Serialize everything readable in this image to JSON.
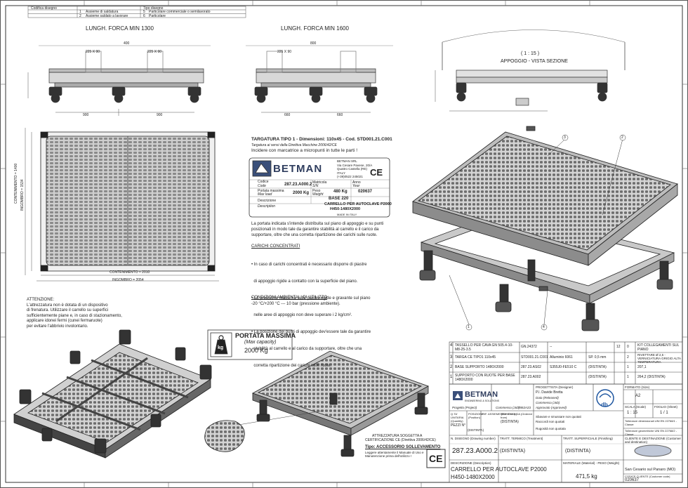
{
  "views": {
    "left_title": "LUNGH. FORCA MIN 1300",
    "right_title": "LUNGH. FORCA MIN 1600",
    "section_scale": "( 1 : 15 )",
    "section_title": "APPOGGIO - VISTA SEZIONE",
    "dim_left_top": "400",
    "dim_left_225a": "225 X 90",
    "dim_left_225b": "225 X 90",
    "dim_left_bottom_a": "900",
    "dim_left_bottom_b": "900",
    "dim_right_top": "800",
    "dim_right_225": "225 X 90",
    "dim_right_bottom_a": "660",
    "dim_right_bottom_b": "660",
    "plan_w_inner": "CONTENIMENTO = 2010",
    "plan_w_outer": "INGOMBRO = 2054",
    "plan_h_inner": "CONTENIMENTO = 1400",
    "plan_h_outer": "INGOMBRO = 1534"
  },
  "targa": {
    "heading": "TARGATURA TIPO 1  - Dimensioni: 110x45 - Cod. STD001.21.C001",
    "sub": "Targatura ai sensi della Direttiva Macchine 2006/42/CE",
    "note": "Incidere con marcatrice a micropunti in tutte le parti !",
    "company": "BETMAN",
    "company_info": [
      "BETMAN SRL",
      "Via Cesare Pavese, 20/A",
      "Quattro Castella (RE)",
      "ITALY",
      "(+39)0522 245021"
    ],
    "ce": "CE",
    "codice_label": "Codice",
    "codice_label_en": "Code",
    "codice": "287.23.A000.2",
    "matricola_label": "Matricola",
    "matricola_label_en": "S/N",
    "anno_label": "Anno",
    "anno_label_en": "Year",
    "portata_label": "Portata massima",
    "portata_label_en": "Max load",
    "portata": "2000 Kg",
    "peso_label": "Peso",
    "peso_label_en": "Weight",
    "peso": "480 Kg",
    "base": "BASE 220",
    "serial": "020637",
    "descr_label": "Descrizione",
    "descr_label_en": "Description",
    "descr1": "CARRELLO PER AUTOCLAVE P2000",
    "descr2": "H450-1480X2000",
    "made": "MADE IN ITALY"
  },
  "notes": {
    "p1": [
      "La portata indicata s'intende distribuita sul piano di appoggio e su punti",
      "posizionati in modo tale da garantire stabilità al carrello e il carico da",
      "supportare, oltre che una corretta ripartizione dei carichi sulle ruote."
    ],
    "carichi_title": "CARICHI CONCENTRATI",
    "carichi": [
      "• In caso di carichi concentrati è necessario disporre di piastre",
      "  di appoggio rigide a contatto con la superficie del piano.",
      "• La pressione massima sulle piastre rigide e gravante sul piano",
      "  nelle aree di appoggio non deve superare i 2 kg/cm².",
      "• La posizione dei punti di appoggio dev'essere tale da garantire",
      "  stabilità al carrello e al carico da supportare, oltre che una",
      "  corretta ripartizione dei carichi sulle ruote."
    ],
    "cond_title": "CONDIZIONI AMBIENTALI DI UTILIZZO",
    "cond": "-20 °C/+200 °C  ---  10 bar (pressione ambiente).",
    "attenzione": [
      "ATTENZIONE:",
      "L'attrezzatura non è dotata di un dispositivo",
      "di frenatura. Utilizzare il carrello su superfici",
      "sufficientemente piane e, in caso di stazionamento,",
      "applicare idonei fermi (cunei fermaruote)",
      "per evitare l'abbrivio involontario."
    ],
    "portata_box_title": "PORTATA MASSIMA",
    "portata_box_sub": "(Max capacity)",
    "portata_box_val": "2000 Kg",
    "kg": "kg",
    "attrezzatura": [
      "ATTREZZATURA SOGGETTA A",
      "CERTIFICAZIONE CE (Direttiva 2006/42/CE)"
    ],
    "tipo": "Tipo: ACCESSORIO SOLLEVAMENTO",
    "tipo_sub": "Leggere attentamente il Manuale di Uso e Manutenzione prima dell'utilizzo !"
  },
  "bom": [
    {
      "n": "4",
      "desc": "TASSELLO PER CAVA GN 505.4-10-M8-25-3.5",
      "code": "GN.24372",
      "mat": "--",
      "qty": "12",
      "pos": "0",
      "extra": "KIT COLLEGAMENTI SUL PIANO"
    },
    {
      "n": "3",
      "desc": "TARGA CE TIPO1 110x45",
      "code": "STD001.21.C001",
      "mat": "Alluminio 6061",
      "qty": "SP. 0,5 mm",
      "pos": "2",
      "extra": "RIVETTARE Ø 2,5 - VERNICIATURA GRIGIO ALTA TEMPERATURA"
    },
    {
      "n": "2",
      "desc": "BASE SUPPORTO 1480X2000",
      "code": "287.23.AS02",
      "mat": "S355J0-FE510 C",
      "qty": "(DISTINTA)",
      "pos": "1",
      "extra": "207,1"
    },
    {
      "n": "1",
      "desc": "SUPPORTO CON RUOTE PER BASE 1480X2000",
      "code": "287.23.A002",
      "mat": "",
      "qty": "(DISTINTA)",
      "pos": "1",
      "extra": "264,2  (DISTINTA)"
    }
  ],
  "titleblock": {
    "progetto_label": "Progetto (Project)",
    "commessa_label": "Commessa (Job)",
    "commessa": "7862A23",
    "company": "BETMAN",
    "company_tag": "ENGINEERING & SOLUTIONS",
    "progettista_label": "PROGETTISTA (Designer)",
    "progettista": "P.I. Davide Bretta",
    "data_label": "Data (Released)",
    "commessa_uff_label": "Commessa (Job)",
    "approvato_label": "Approvato (Approved)",
    "formato_label": "FORMATO (Size)",
    "formato": "A2",
    "scala_label": "SCALA (Scale)",
    "scala": "1 : 15",
    "foglio_label": "FOGLIO (Sheet)",
    "foglio": "1 / 1",
    "qty_label": "Q.TA' UNITARIA (Quantity)",
    "qty": "PEZZI N°",
    "pos_label": "POSIZIONE (Position)",
    "pos": "(DISTINTA)",
    "rif_label": "RIF. ASSIEME (Ref. Group)",
    "richieste_label": "RICHIESTE DA (Ordered from)",
    "richieste": "(DISTINTA)",
    "sbavare": "Sbavare e smussare non quotati",
    "raccordi": "Raccordi non quotati",
    "rugosita": "Rugosità non quotata",
    "tolleranze": "Tolleranze dimensionali UNI EN 22768/1 - Classe:",
    "toll2": "Tolleranze geometriche UNI EN 22768/2 - Classe:",
    "disegno_label": "N. DISEGNO (Drawing number)",
    "disegno": "287.23.A000.2",
    "tratt_label": "TRATT. TERMICO (Treatment)",
    "tratt": "(DISTINTA)",
    "tratt_sup_label": "TRATT. SUPERFICIALE (Finishing)",
    "tratt_sup": "(DISTINTA)",
    "descr_label": "DESCRIZIONE (Description)",
    "descr1": "CARRELLO PER AUTOCLAVE P2000",
    "descr2": "H450-1480X2000",
    "materiale_label": "MATERIALE (Material) - PESO (Weight)",
    "peso": "471,5 kg",
    "cliente_label": "CLIENTE E DESTINAZIONE (Customer and destination)",
    "cliente_city": "San Cesario sul Panaro (MO)",
    "codice_label": "CODICE CLIENTE (Customer code)",
    "codice": "020637",
    "db": "db"
  },
  "balloons": [
    "1",
    "2",
    "3",
    "4"
  ],
  "rev_table": {
    "c1": "Codifica disegno",
    "c2": "Tipo disegno",
    "r1a": "1",
    "r1b": "Assieme di saldatura",
    "r1c": "5",
    "r1d": "Particolare commerciale o semilavorato",
    "r2a": "2",
    "r2b": "Assieme saldato a lavorare",
    "r2c": "6",
    "r2d": "Particolare"
  }
}
